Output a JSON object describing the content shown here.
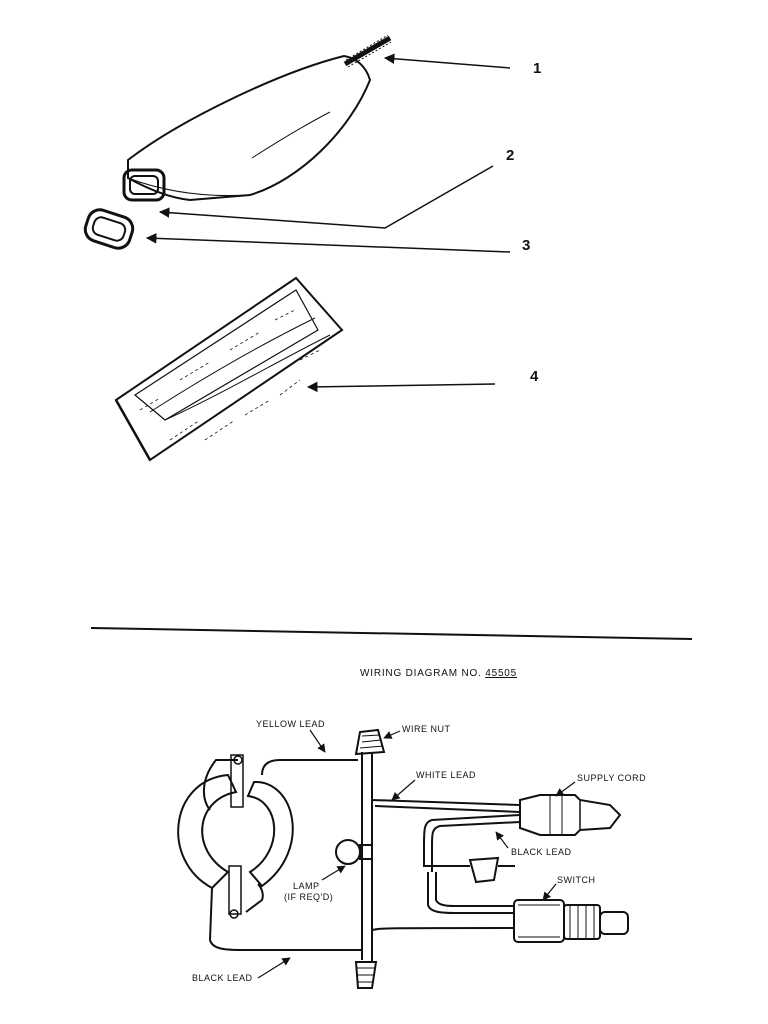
{
  "parts_view": {
    "callouts": [
      "1",
      "2",
      "3",
      "4"
    ]
  },
  "wiring_diagram": {
    "title_prefix": "WIRING DIAGRAM NO.",
    "title_number": "45505",
    "labels": {
      "yellow_lead": "YELLOW LEAD",
      "wire_nut": "WIRE NUT",
      "white_lead": "WHITE LEAD",
      "supply_cord": "SUPPLY CORD",
      "black_lead_right": "BLACK LEAD",
      "switch": "SWITCH",
      "lamp": "LAMP",
      "lamp_note": "(IF REQ'D)",
      "black_lead_bottom": "BLACK LEAD"
    }
  }
}
